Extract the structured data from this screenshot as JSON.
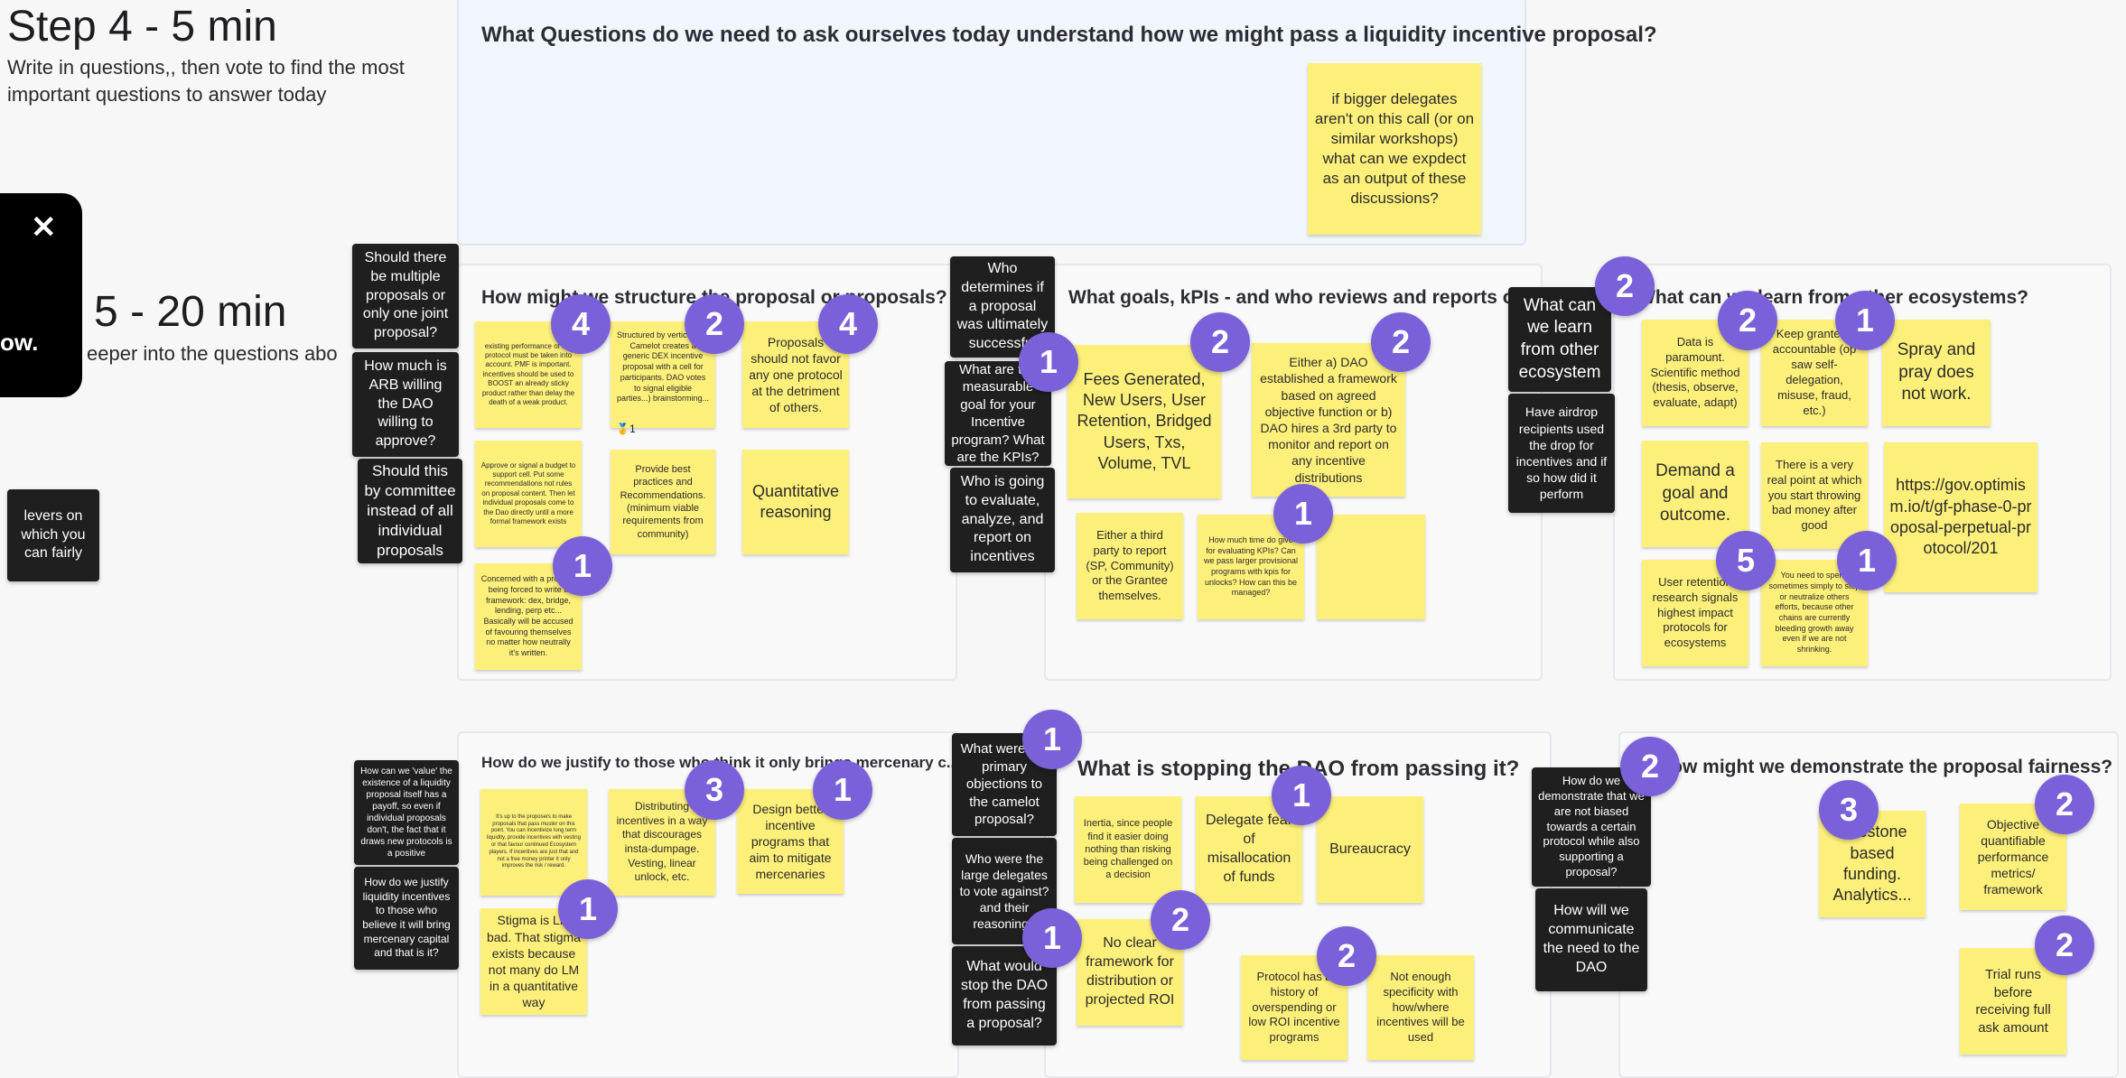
{
  "step4": {
    "heading": "Step 4 - 5 min",
    "desc": "Write in questions,, then vote to find the most important questions to answer today"
  },
  "step5": {
    "heading_partial": "p 5 - 20 min",
    "desc_partial": "eeper into the questions abo"
  },
  "panel": {
    "close_glyph": "✕",
    "text_partial": "ow."
  },
  "left_note": "levers on which you can fairly",
  "top_frame": {
    "title": "What Questions do we need to ask ourselves today understand how we might pass a liquidity incentive proposal?",
    "sticky": "if bigger delegates aren't on this call (or on similar workshops) what can we expdect as an output of these discussions?"
  },
  "frames": [
    {
      "title": "How might we structure the proposal or proposals?"
    },
    {
      "title": "What goals, kPIs - and who reviews and reports on it"
    },
    {
      "title": "What can we learn from other ecosystems?"
    },
    {
      "title": "How do we justify to those who think it only brings mercenary c..."
    },
    {
      "title": "What is stopping the DAO from passing it?"
    },
    {
      "title": "How might we demonstrate the proposal fairness?"
    }
  ],
  "dark_notes": [
    "Should there be multiple proposals or only one joint proposal?",
    "How much is ARB willing the DAO willing to approve?",
    "Should this by committee instead of all individual proposals",
    "Who determines if a proposal was ultimately successful",
    "What are the measurable goal for your Incentive program? What are the KPIs?",
    "Who is going to evaluate, analyze, and report on incentives",
    "What can we learn from other ecosystem",
    "Have airdrop recipients used the drop for incentives and if so how did it perform",
    "How can we 'value' the existence of a liquidity proposal itself has a payoff, so even if individual proposals don't, the fact that it draws new protocols is a positive",
    "How do we justify liquidity incentives to those who believe it will bring mercenary capital and that is it?",
    "What were the primary objections to the camelot proposal?",
    "Who were the large delegates to vote against? and their reasoning?",
    "What would stop the DAO from passing a proposal?",
    "How do we demonstrate that we are not biased towards a certain protocol while also supporting a proposal?",
    "How will we communicate the need to the DAO"
  ],
  "stickies": [
    "existing performance of the protocol must be taken into account. PMF is important. incentives should be used to BOOST an already sticky product rather than delay the death of a weak product.",
    "Structured by vertical (i.e. Camelot creates a generic DEX incentive proposal with a cell for participants. DAO votes to signal eligible parties...) brainstorming...",
    "Proposals should not favor any one protocol at the detriment of others.",
    "Approve or signal a budget to support cell. Put some recommendations not rules on proposal content. Then let individual proposals come to the Dao directly until a more formal framework exists",
    "Provide best practices and Recommendations. (minimum viable requirements from community)",
    "Quantitative reasoning",
    "Concerned with a protocol being forced to write a framework: dex, bridge, lending, perp etc... Basically will be accused of favouring themselves no matter how neutrally it's written.",
    "Fees Generated, New Users, User Retention, Bridged Users, Txs, Volume, TVL",
    "Either a) DAO established a framework based on agreed objective function or b) DAO hires a 3rd party to monitor and report on any incentive distributions",
    "Either a third party to report (SP, Community) or the Grantee themselves.",
    "How much time do give for evaluating KPIs? Can we pass larger provisional programs with kpis for unlocks? How can this be managed?",
    "",
    "Data is paramount. Scientific method (thesis, observe, evaluate, adapt)",
    "Keep grantees accountable (op saw self-delegation, misuse, fraud, etc.)",
    "Spray and pray does not work.",
    "Demand a goal and outcome.",
    "There is a very real point at which you start throwing bad money after good",
    "https://gov.optimism.io/t/gf-phase-0-proposal-perpetual-protocol/201",
    "User retention research signals highest impact protocols for ecosystems",
    "You need to spend sometimes simply to stop or neutralize others efforts, because other chains are currently bleeding growth away even if we are not shrinking.",
    "It's up to the proposers to make proposals that pass muster on this point. You can incentivize long term liquidity, provide incentives with vesting or that favour continued Ecosystem players. If incentives are just that and not a free money printer it only improves the risk / reward.",
    "Distributing incentives in a way that discourages insta-dumpage. Vesting, linear unlock, etc.",
    "Design better incentive programs that aim to mitigate mercenaries",
    "Stigma is LM bad. That stigma exists because not many do LM in a quantitative way",
    "Inertia, since people find it easier doing nothing than risking being challenged on a decision",
    "Delegate fear of misallocation of funds",
    "Bureaucracy",
    "No clear framework for distribution or projected ROI",
    "Protocol has a history of overspending or low ROI incentive programs",
    "Not enough specificity with how/where incentives will be used",
    "Milestone based funding. Analytics...",
    "Objective quantifiable performance metrics/ framework",
    "Trial runs before receiving full ask amount"
  ],
  "reactions": [
    "🥇",
    "1"
  ],
  "votes": [
    "4",
    "2",
    "4",
    "1",
    "2",
    "2",
    "1",
    "1",
    "2",
    "2",
    "5",
    "1",
    "1",
    "3",
    "1",
    "1",
    "1",
    "1",
    "2",
    "1",
    "2",
    "2",
    "3",
    "2"
  ]
}
